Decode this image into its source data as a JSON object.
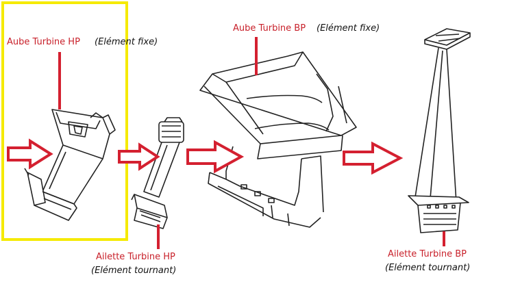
{
  "labels": {
    "hp_vane": "Aube Turbine HP",
    "hp_vane_note": "(Elément fixe)",
    "lp_vane": "Aube Turbine BP",
    "lp_vane_note": "(Elément fixe)",
    "hp_blade": "Ailette Turbine HP",
    "hp_blade_note": "(Elément tournant)",
    "lp_blade": "Ailette Turbine BP",
    "lp_blade_note": "(Elément tournant)"
  },
  "colors": {
    "label_red": "#c8202a",
    "arrow_red": "#d42030",
    "highlight_yellow": "#f5ea00",
    "ink": "#222222"
  }
}
